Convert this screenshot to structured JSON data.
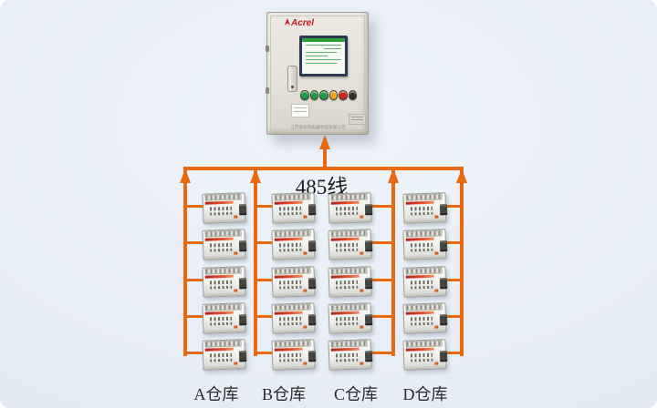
{
  "cabinet": {
    "brand": "Acrel",
    "footer_text": "江苏安科瑞电器制造有限公司",
    "button_colors": [
      "#1d9a45",
      "#1d9a45",
      "#1d9a45",
      "#eca616",
      "#d21f1f",
      "#2e2e2e"
    ]
  },
  "bus": {
    "label": "485线",
    "line_color": "#e8690e"
  },
  "columns": [
    {
      "label": "A仓库",
      "device_count": 5
    },
    {
      "label": "B仓库",
      "device_count": 5
    },
    {
      "label": "C仓库",
      "device_count": 5
    },
    {
      "label": "D仓库",
      "device_count": 5
    }
  ]
}
